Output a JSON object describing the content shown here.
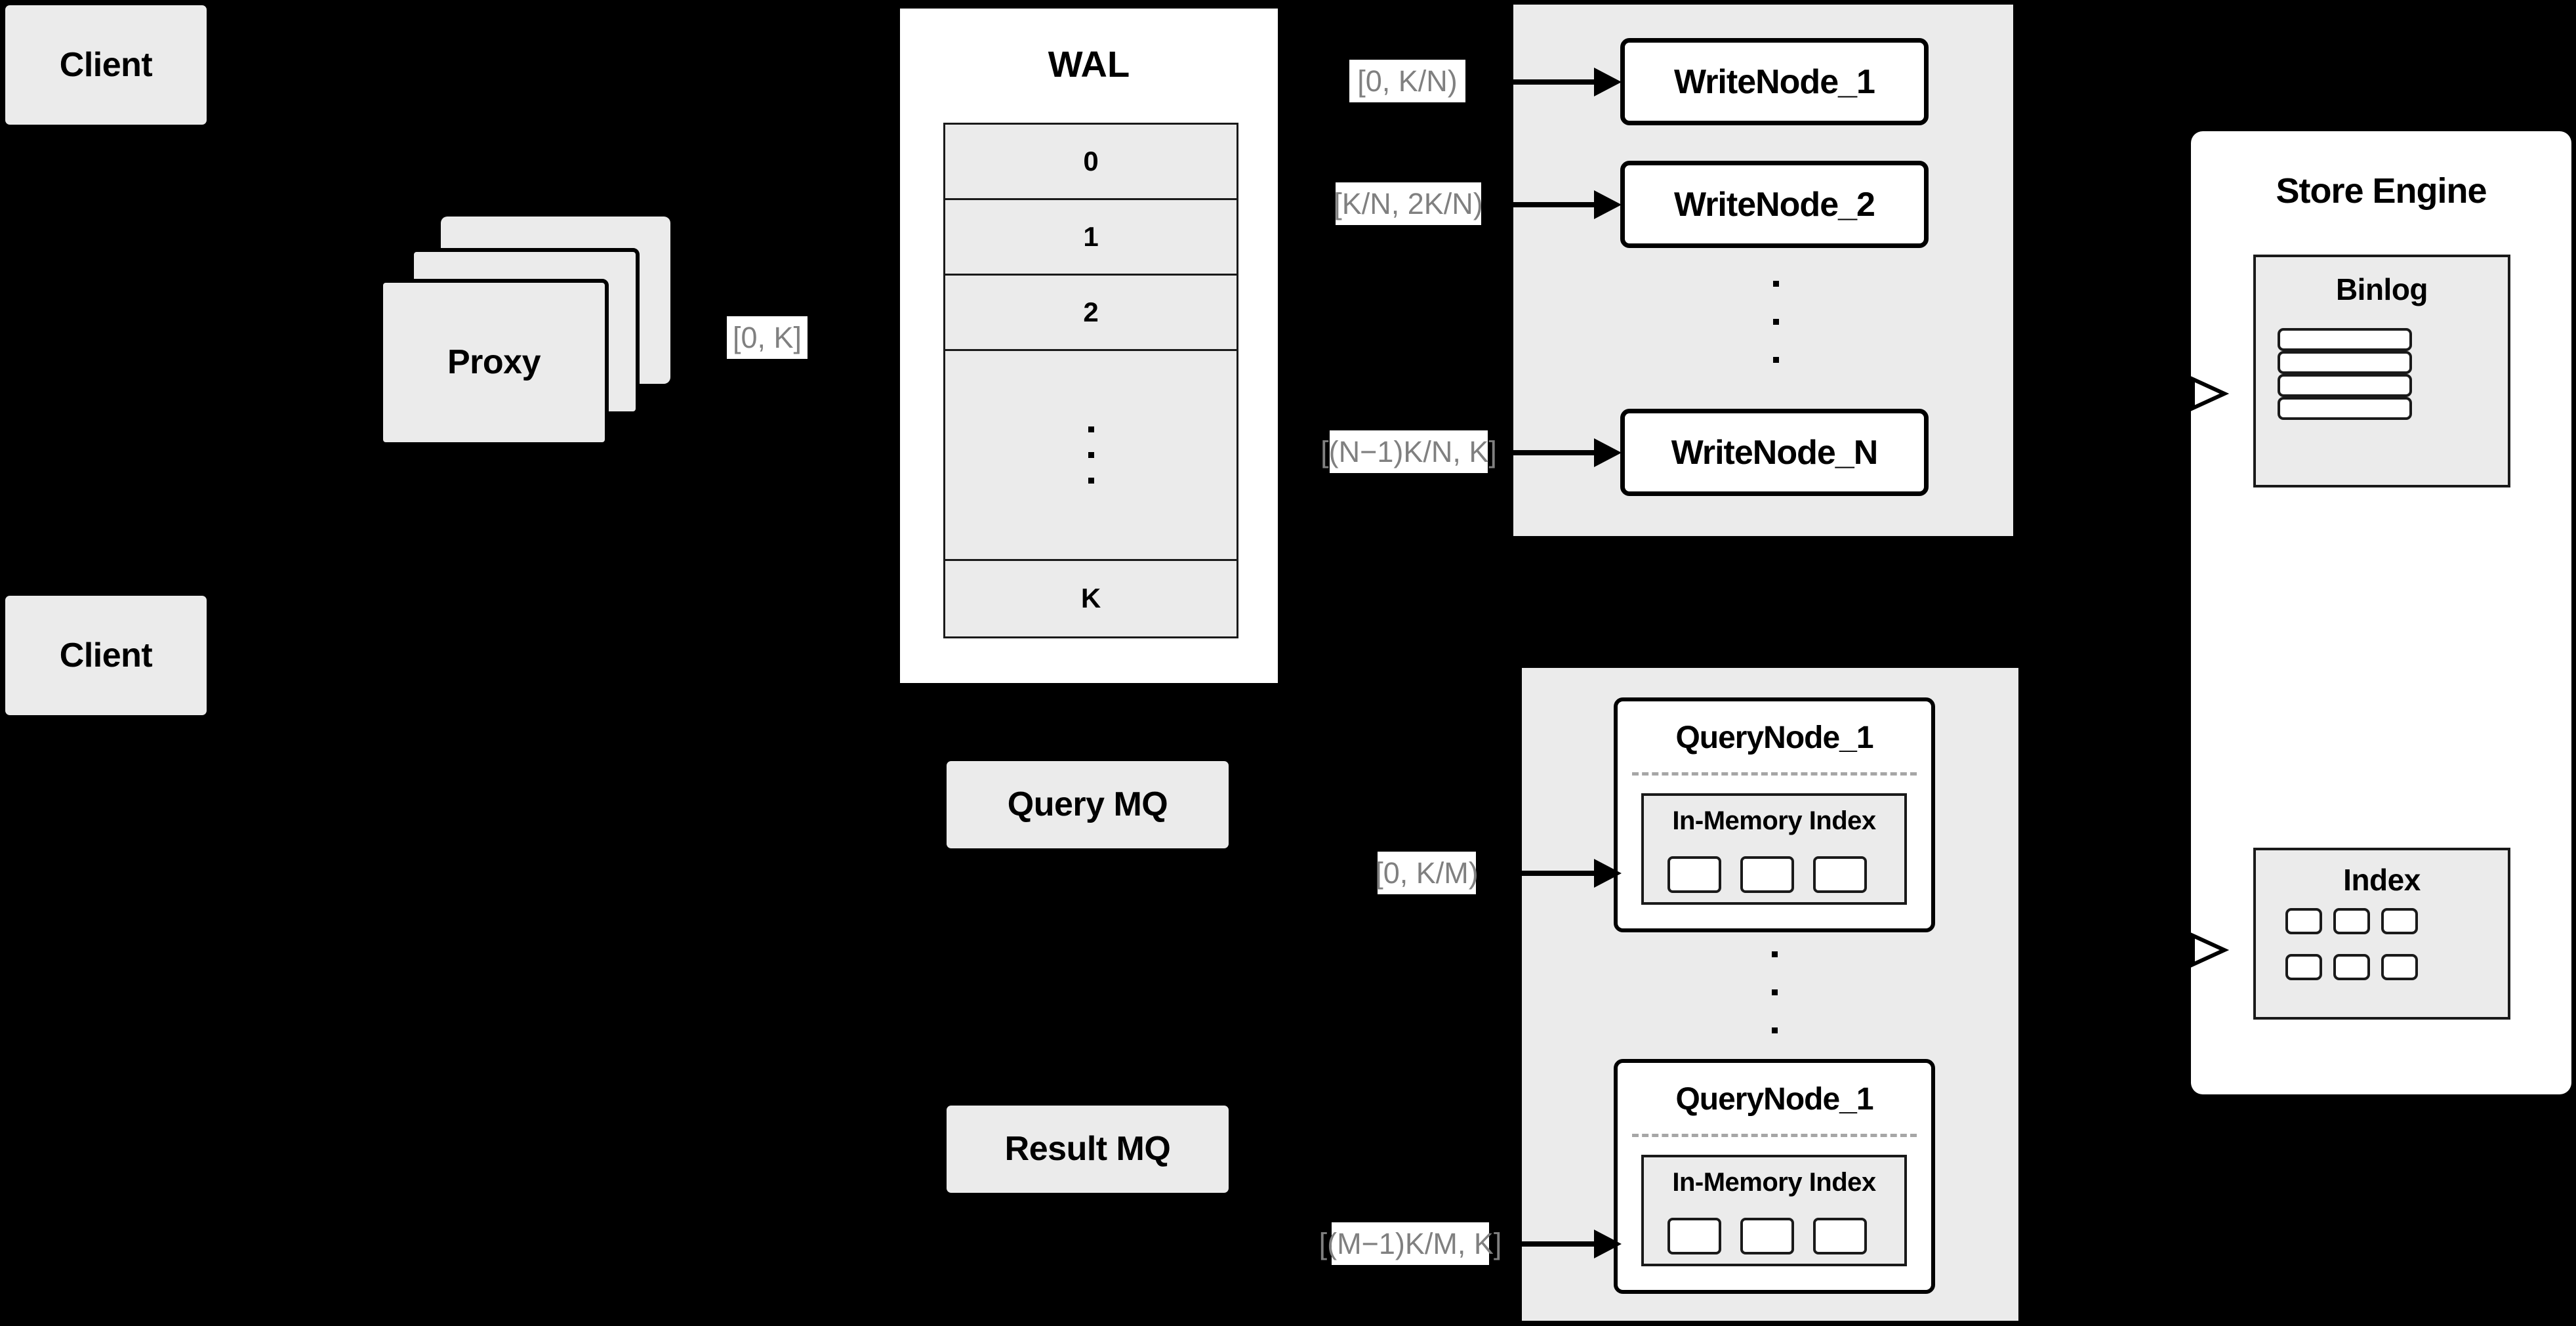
{
  "diagram": {
    "title": "Distributed Write/Query Architecture",
    "background_color": "#000000",
    "fill_gray": "#ebebeb",
    "fill_white": "#ffffff",
    "label_text_color": "#808080",
    "stroke_color": "#000000"
  },
  "clients": [
    {
      "label": "Client"
    },
    {
      "label": "Client"
    }
  ],
  "proxy": {
    "label": "Proxy",
    "stack_count": 3
  },
  "wal": {
    "title": "WAL",
    "rows": [
      "0",
      "1",
      "2",
      "",
      "K"
    ],
    "dots_row_index": 3,
    "dots_count": 3
  },
  "write_cluster": {
    "nodes": [
      {
        "label": "WriteNode_1"
      },
      {
        "label": "WriteNode_2"
      },
      {
        "label": "WriteNode_N"
      }
    ],
    "dots_count": 3
  },
  "query_cluster": {
    "nodes": [
      {
        "label": "QueryNode_1",
        "index_title": "In-Memory Index",
        "index_cells": 3
      },
      {
        "label": "QueryNode_1",
        "index_title": "In-Memory Index",
        "index_cells": 3
      }
    ],
    "dots_count": 3
  },
  "message_queues": [
    {
      "label": "Query MQ"
    },
    {
      "label": "Result MQ"
    }
  ],
  "store_engine": {
    "title": "Store Engine",
    "binlog": {
      "title": "Binlog",
      "row_count": 4
    },
    "index": {
      "title": "Index",
      "cell_count": 6,
      "columns": 3,
      "rows": 2
    }
  },
  "edge_labels": [
    {
      "id": "proxy-to-wal",
      "text": "[0, K]"
    },
    {
      "id": "wal-to-wn1",
      "text": "[0,  K/N)"
    },
    {
      "id": "wal-to-wn2",
      "text": "[K/N, 2K/N)"
    },
    {
      "id": "wal-to-wnN",
      "text": "[(N−1)K/N,  K]"
    },
    {
      "id": "mq-to-qn1",
      "text": "[0, K/M)"
    },
    {
      "id": "mq-to-qnM",
      "text": "[(M−1)K/M, K]"
    }
  ]
}
